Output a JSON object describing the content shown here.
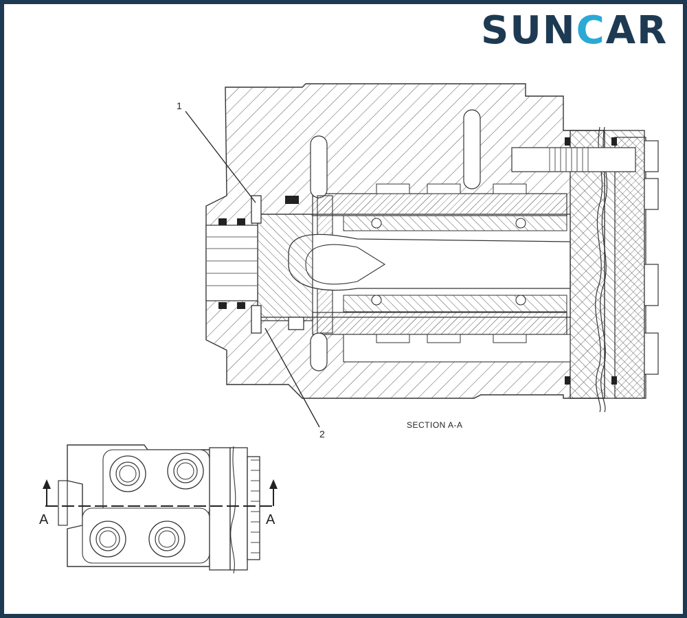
{
  "logo": {
    "part1": "SUN",
    "part2": "C",
    "part3": "AR"
  },
  "callouts": {
    "one": "1",
    "two": "2"
  },
  "section_caption": "SECTION A-A",
  "cut_line": {
    "left_letter": "A",
    "right_letter": "A"
  },
  "colors": {
    "frame": "#1d3a52",
    "brand_dark": "#1d3a52",
    "brand_accent": "#2aa9d6",
    "ink": "#222222"
  }
}
